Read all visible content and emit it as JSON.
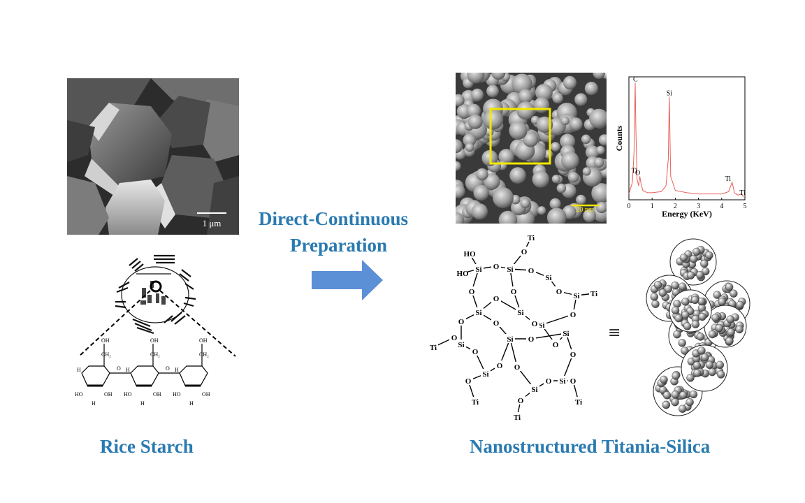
{
  "left": {
    "label": "Rice Starch",
    "sem_scale": "1 μm"
  },
  "arrow": {
    "line1": "Direct-Continuous",
    "line2": "Preparation"
  },
  "right": {
    "label": "Nanostructured Titania-Silica",
    "sem_scale": "20 nm",
    "equiv": "≡"
  },
  "eds": {
    "xlabel": "Energy (KeV)",
    "ylabel": "Counts",
    "peaks": [
      "C",
      "Si",
      "O",
      "Ti",
      "Ti",
      "Ti"
    ]
  },
  "starch_labels": {
    "oh": "OH",
    "ch2": "CH₂",
    "h": "H",
    "o": "O",
    "ho": "HO"
  },
  "network_labels": {
    "si": "Si",
    "o": "O",
    "ti": "Ti",
    "ho": "HO"
  },
  "chart_data": {
    "type": "line",
    "xlabel": "Energy (KeV)",
    "ylabel": "Counts",
    "xlim": [
      0,
      5
    ],
    "xticks": [
      "0",
      "1",
      "2",
      "3",
      "4",
      "5"
    ],
    "series": [
      {
        "x": [
          0.0,
          0.15,
          0.22,
          0.27,
          0.3,
          0.35,
          0.42,
          0.47,
          0.52,
          0.6,
          0.8,
          1.0,
          1.4,
          1.6,
          1.7,
          1.74,
          1.8,
          2.0,
          2.5,
          3.0,
          3.5,
          4.0,
          4.3,
          4.45,
          4.55,
          4.7,
          4.85,
          4.93,
          5.0
        ],
        "y": [
          5,
          15,
          40,
          100,
          60,
          18,
          12,
          20,
          14,
          8,
          6,
          6,
          7,
          12,
          35,
          88,
          20,
          8,
          6,
          5,
          5,
          5,
          7,
          15,
          6,
          4,
          5,
          3,
          3
        ]
      }
    ],
    "annotations": [
      {
        "label": "C",
        "x": 0.28
      },
      {
        "label": "Ti",
        "x": 0.3
      },
      {
        "label": "O",
        "x": 0.5
      },
      {
        "label": "Si",
        "x": 1.74
      },
      {
        "label": "Ti",
        "x": 4.45
      },
      {
        "label": "Ti",
        "x": 4.9
      }
    ]
  }
}
